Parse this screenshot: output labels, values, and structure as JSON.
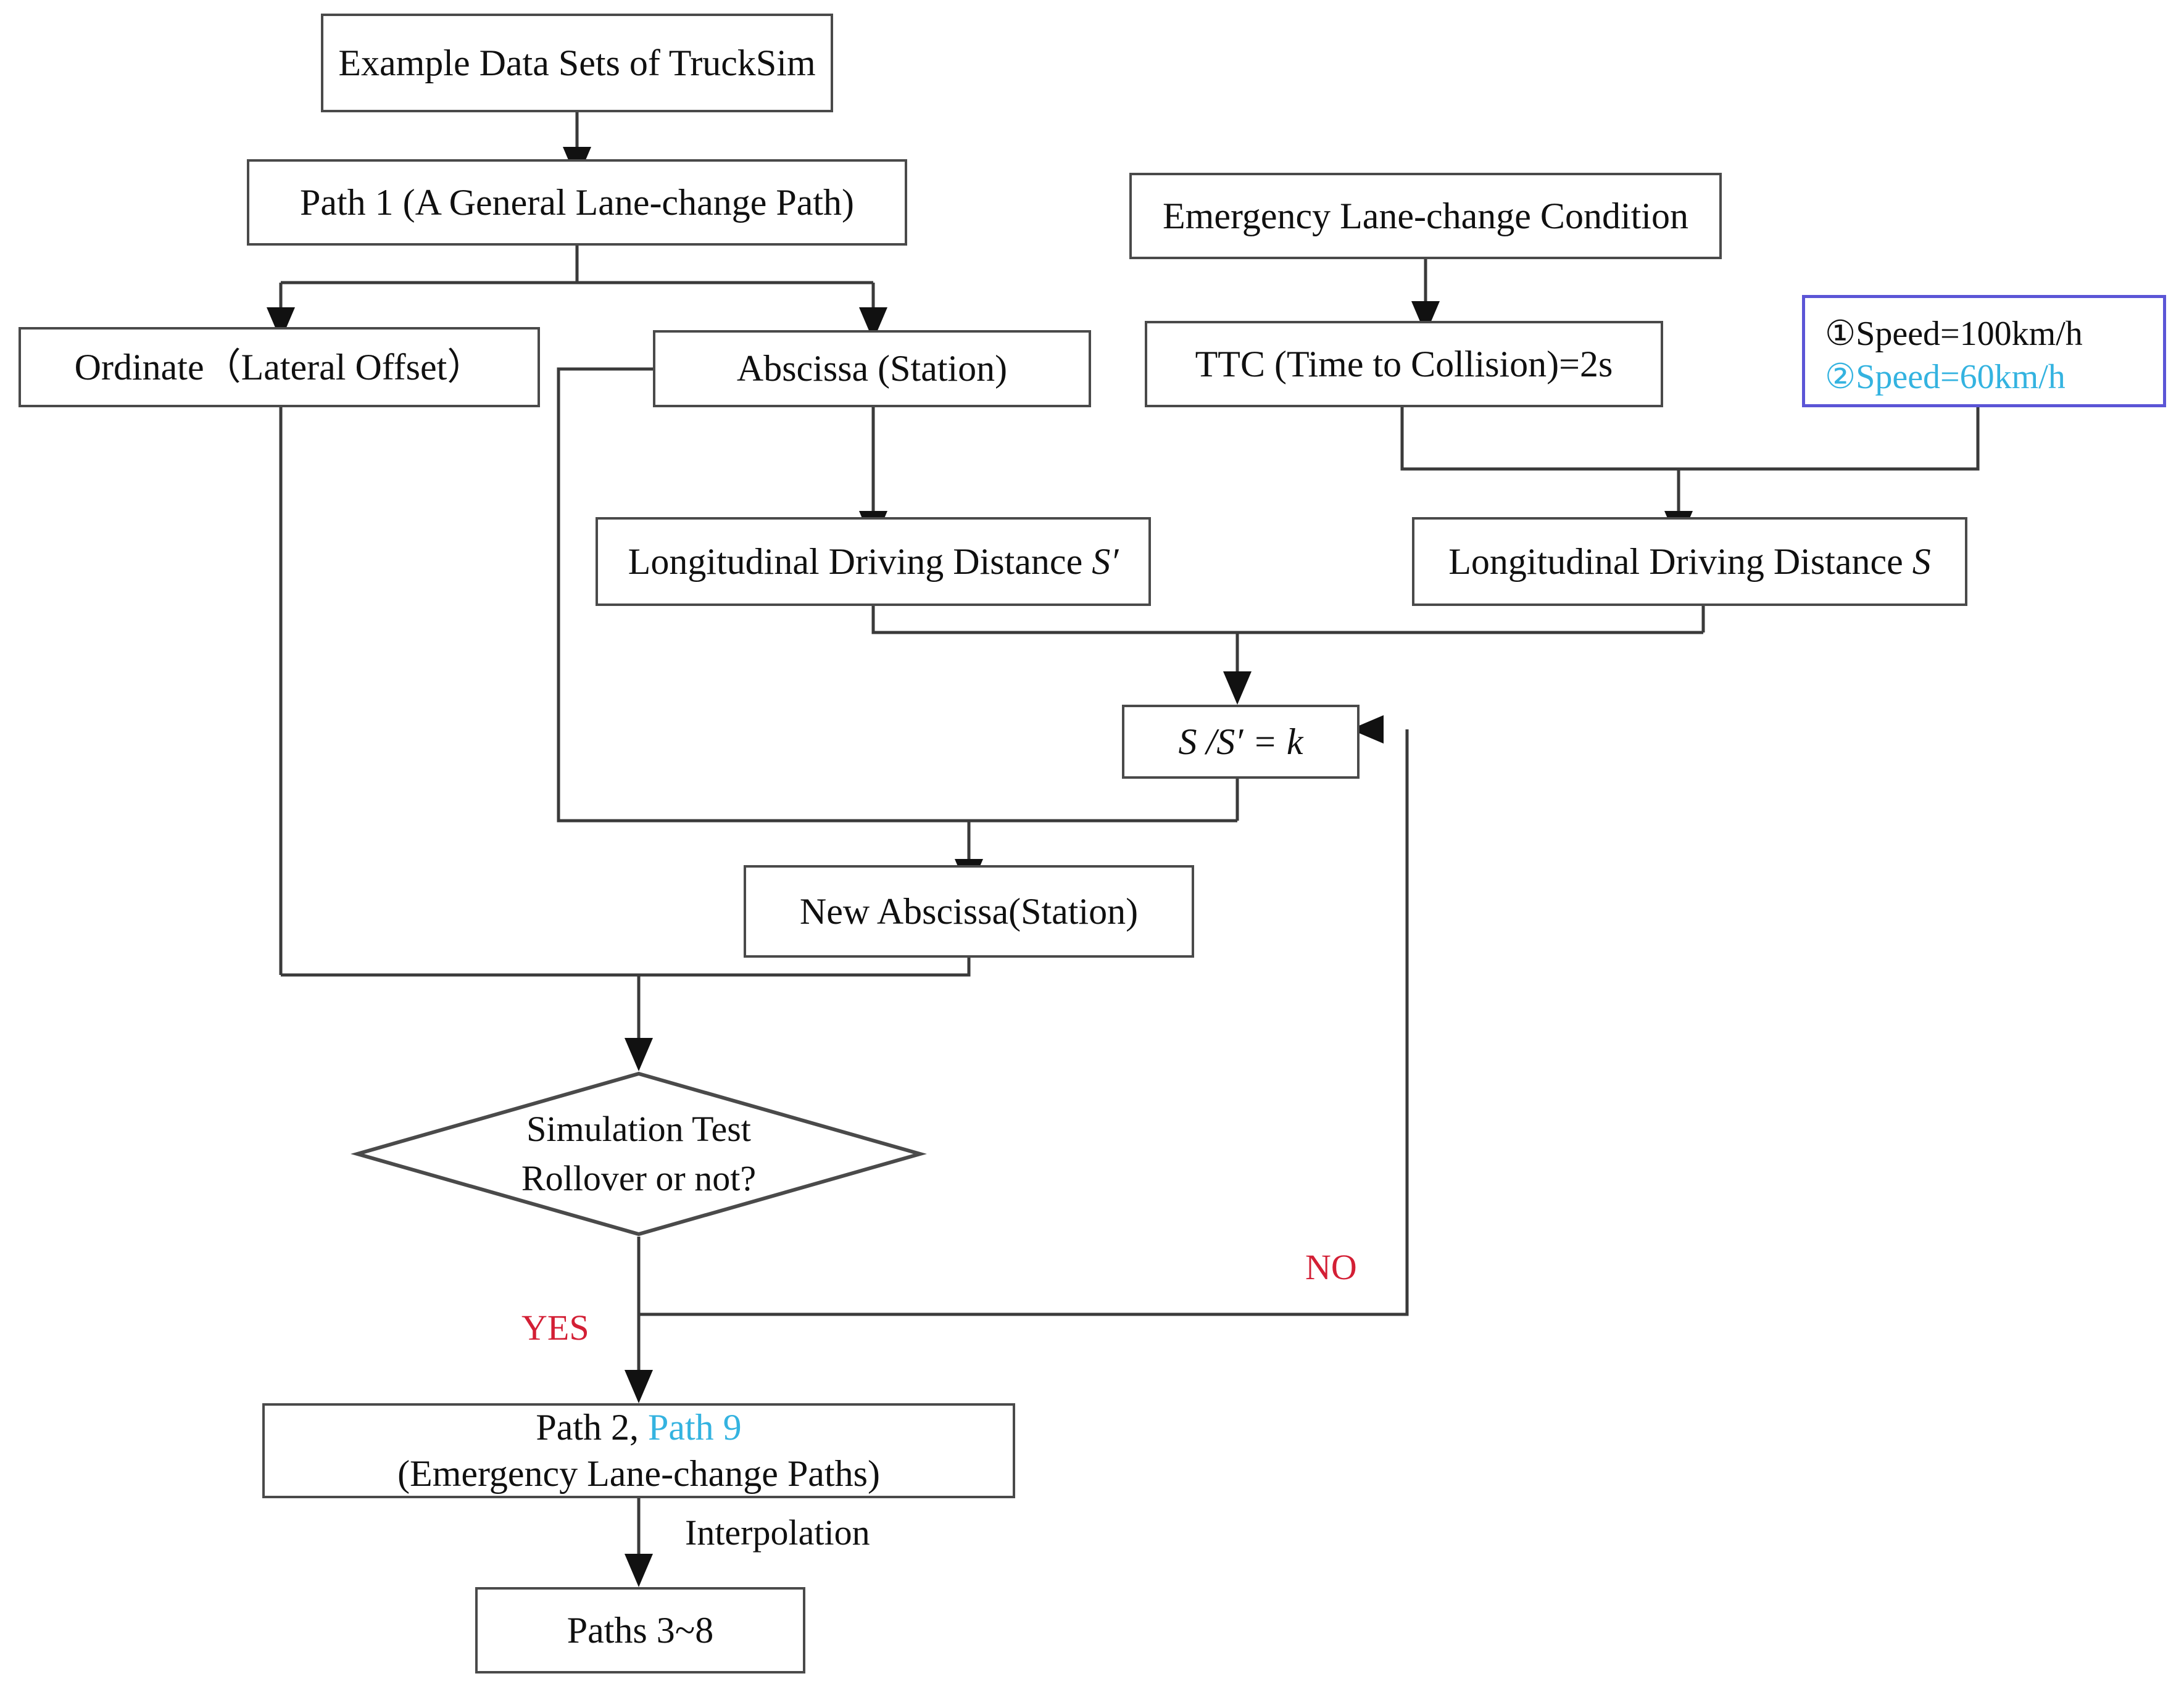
{
  "diagram": {
    "title": "Emergency lane-change path generation flowchart",
    "colors": {
      "box_border": "#4a4a4a",
      "note_border": "#5b55d6",
      "decision_label": "#d31f35",
      "highlight_cyan": "#34b3e0",
      "line": "#3a3a3a",
      "text": "#101010",
      "background": "#ffffff"
    }
  },
  "nodes": {
    "example_data": {
      "label": "Example Data Sets  of TruckSim"
    },
    "path1": {
      "label": "Path 1 (A General Lane-change Path)"
    },
    "emergency_condition": {
      "label": "Emergency Lane-change Condition"
    },
    "ttc": {
      "label": "TTC (Time to Collision)=2s"
    },
    "speed_note": {
      "line1": "①Speed=100km/h",
      "line2": "②Speed=60km/h"
    },
    "ordinate": {
      "label": "Ordinate（Lateral Offset）"
    },
    "abscissa": {
      "label": "Abscissa (Station)"
    },
    "long_dist_s_prime": {
      "prefix": "Longitudinal Driving Distance ",
      "symbol": "S′"
    },
    "long_dist_s": {
      "prefix": "Longitudinal Driving Distance ",
      "symbol": "S"
    },
    "ratio": {
      "label": "S /S′ = k"
    },
    "new_abscissa": {
      "label": "New Abscissa(Station)"
    },
    "decision": {
      "line1": "Simulation Test",
      "line2": "Rollover or not?"
    },
    "emergency_paths": {
      "line1_a": "Path 2, ",
      "line1_b": "Path 9",
      "line2": "(Emergency Lane-change Paths)"
    },
    "paths_3_8": {
      "label": "Paths 3~8"
    }
  },
  "edge_labels": {
    "yes": "YES",
    "no": "NO",
    "interpolation": "Interpolation"
  }
}
